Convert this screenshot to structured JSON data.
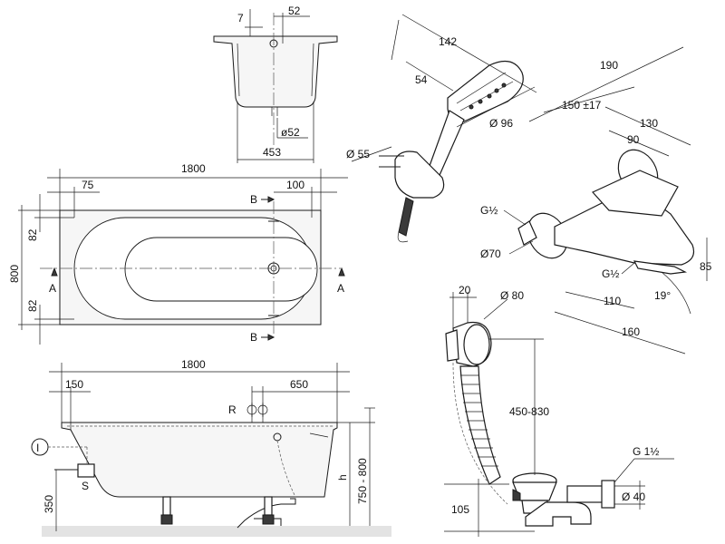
{
  "section_top": {
    "dim_7": "7",
    "dim_52": "52",
    "dim_d52": "ø52",
    "dim_453": "453"
  },
  "plan": {
    "length": "1800",
    "dim_75": "75",
    "dim_100": "100",
    "width": "800",
    "dim_82_top": "82",
    "dim_82_bottom": "82",
    "marker_b_top": "B",
    "marker_b_bottom": "B",
    "marker_a_left": "A",
    "marker_a_right": "A"
  },
  "elevation": {
    "length": "1800",
    "dim_150": "150",
    "dim_650": "650",
    "label_r": "R",
    "label_i": "I",
    "label_s": "S",
    "dim_350": "350",
    "label_h": "h",
    "dim_750_800": "750 - 800"
  },
  "hand_shower": {
    "dim_142": "142",
    "dim_54": "54",
    "dim_d96": "Ø 96",
    "dim_d55": "Ø 55"
  },
  "mixer": {
    "dim_190": "190",
    "dim_150_17": "150 ±17",
    "dim_130": "130",
    "dim_90": "90",
    "label_g_half_top": "G½",
    "dim_d70": "Ø70",
    "label_g_half_bottom": "G½",
    "dim_85": "85",
    "dim_110": "110",
    "dim_19deg": "19°",
    "dim_160": "160"
  },
  "waste": {
    "dim_20": "20",
    "dim_d80": "Ø 80",
    "dim_450_830": "450-830",
    "label_g_1half": "G 1½",
    "dim_d40": "Ø 40",
    "dim_105": "105"
  }
}
